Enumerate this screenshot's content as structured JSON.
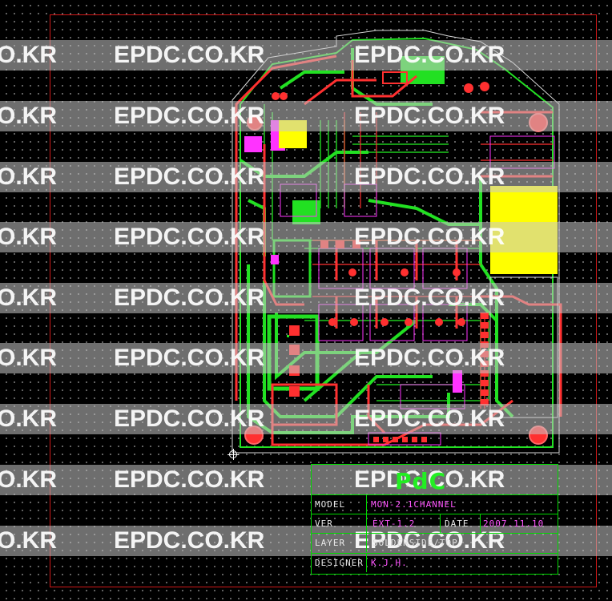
{
  "watermark": {
    "text": "EPDC.CO.KR",
    "partial": "O.KR"
  },
  "title_block": {
    "logo": "PdC",
    "model_label": "MODEL",
    "model_value": "MON-2.1CHANNEL",
    "ver_label": "VER",
    "ver_value": "EXT-1.2",
    "date_label": "DATE",
    "date_value": "2007.11.10",
    "layer_label": "LAYER",
    "layer_value": "SOLDERSIDE/TOP",
    "designer_label": "DESIGNER",
    "designer_value": "K.J.H."
  },
  "colors": {
    "board_outline": "#ffffff",
    "top_copper": "#ff3030",
    "bottom_copper": "#22e022",
    "silkscreen": "#ff33ff",
    "plane": "#ffff00",
    "frame": "#d01818"
  }
}
